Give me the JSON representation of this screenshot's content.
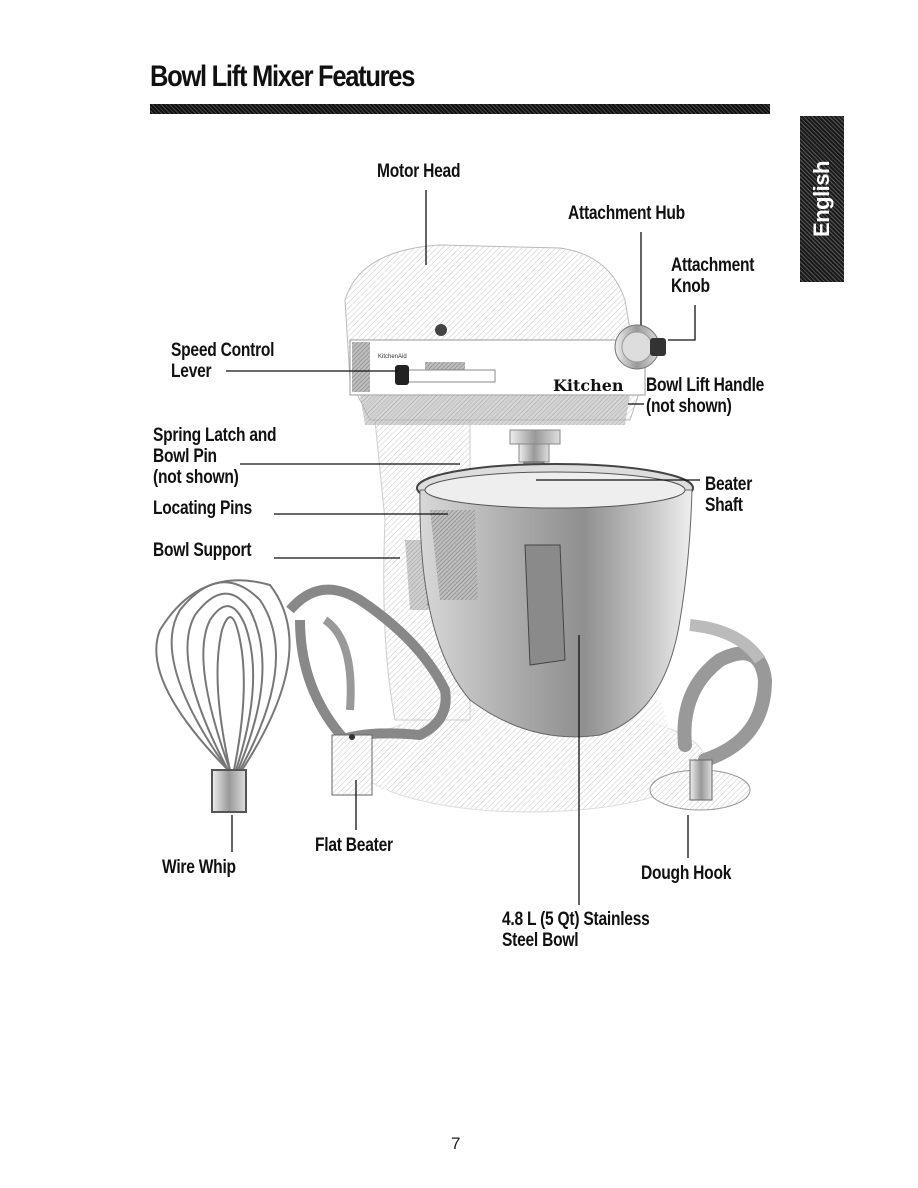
{
  "page": {
    "title": "Bowl Lift Mixer Features",
    "language_tab": "English",
    "page_number": "7"
  },
  "labels": {
    "motor_head": "Motor Head",
    "attachment_hub": "Attachment Hub",
    "attachment_knob": [
      "Attachment",
      "Knob"
    ],
    "speed_control": [
      "Speed Control",
      "Lever"
    ],
    "bowl_lift_handle": [
      "Bowl Lift Handle",
      "(not shown)"
    ],
    "spring_latch": [
      "Spring Latch and",
      "Bowl Pin",
      "(not shown)"
    ],
    "beater_shaft": [
      "Beater",
      "Shaft"
    ],
    "locating_pins": "Locating Pins",
    "bowl_support": "Bowl Support",
    "flat_beater": "Flat Beater",
    "wire_whip": "Wire Whip",
    "dough_hook": "Dough Hook",
    "bowl": [
      "4.8 L (5 Qt) Stainless",
      "Steel Bowl"
    ]
  },
  "mixer": {
    "brand_text": "Kitchen"
  }
}
